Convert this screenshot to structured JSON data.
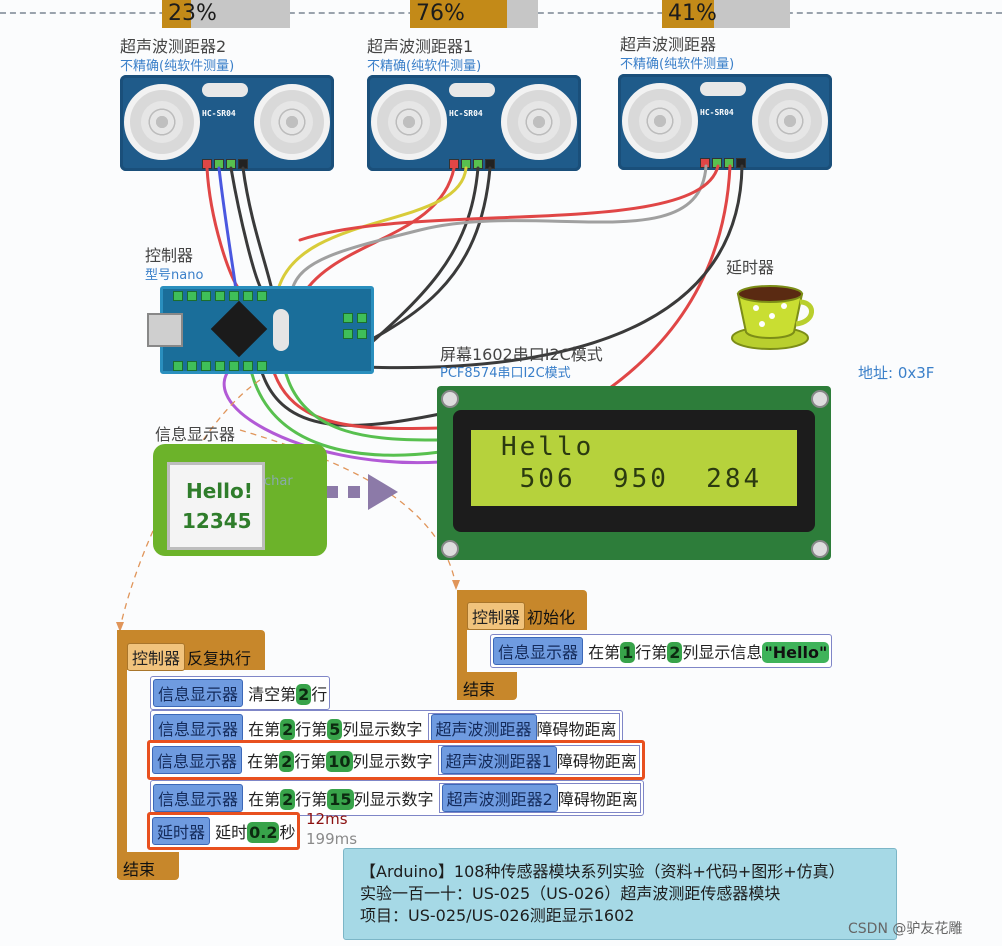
{
  "bars": [
    {
      "pct": "23%",
      "value": 0.23
    },
    {
      "pct": "76%",
      "value": 0.76
    },
    {
      "pct": "41%",
      "value": 0.41
    }
  ],
  "sensors": [
    {
      "title": "超声波测距器2",
      "sub": "不精确(纯软件测量)",
      "model": "HC-SR04"
    },
    {
      "title": "超声波测距器1",
      "sub": "不精确(纯软件测量)",
      "model": "HC-SR04"
    },
    {
      "title": "超声波测距器",
      "sub": "不精确(纯软件测量)",
      "model": "HC-SR04"
    }
  ],
  "controller": {
    "title": "控制器",
    "sub": "型号nano"
  },
  "delay_device": {
    "title": "延时器"
  },
  "lcd": {
    "title": "屏幕1602串口I2C模式",
    "sub": "PCF8574串口I2C模式",
    "address": "地址: 0x3F",
    "row1": "Hello",
    "row2": " 506  950  284"
  },
  "infodisp": {
    "title": "信息显示器",
    "line1": "Hello!",
    "line2": "12345",
    "char": "char"
  },
  "init_block": {
    "header_ctrl": "控制器",
    "header_text": "初始化",
    "stmt": {
      "device": "信息显示器",
      "t1": "在第",
      "n1": "1",
      "t2": "行第",
      "n2": "2",
      "t3": "列显示信息",
      "str": "\"Hello\""
    },
    "end": "结束"
  },
  "loop_block": {
    "header_ctrl": "控制器",
    "header_text": "反复执行",
    "s1": {
      "device": "信息显示器",
      "t1": "清空第",
      "n1": "2",
      "t2": "行"
    },
    "s2": {
      "device": "信息显示器",
      "t1": "在第",
      "n1": "2",
      "t2": "行第",
      "n2": "5",
      "t3": "列显示数字",
      "sensor": "超声波测距器",
      "prop": "障碍物距离"
    },
    "s3": {
      "device": "信息显示器",
      "t1": "在第",
      "n1": "2",
      "t2": "行第",
      "n2": "10",
      "t3": "列显示数字",
      "sensor": "超声波测距器1",
      "prop": "障碍物距离"
    },
    "s4": {
      "device": "信息显示器",
      "t1": "在第",
      "n1": "2",
      "t2": "行第",
      "n2": "15",
      "t3": "列显示数字",
      "sensor": "超声波测距器2",
      "prop": "障碍物距离"
    },
    "s5": {
      "device": "延时器",
      "t1": "延时",
      "n1": "0.2",
      "t2": "秒"
    },
    "timing1": "12ms",
    "timing2": "199ms",
    "end": "结束"
  },
  "footer": {
    "line1": "【Arduino】108种传感器模块系列实验（资料+代码+图形+仿真）",
    "line2": "实验一百一十：US-025（US-026）超声波测距传感器模块",
    "line3": "项目：US-025/US-026测距显示1602"
  },
  "watermark": "CSDN @驴友花雕",
  "colors": {
    "wire_red": "#e04646",
    "wire_black": "#3a3a3a",
    "wire_green": "#58c04f",
    "wire_purple": "#b25ad6",
    "wire_blue": "#4a58e0",
    "wire_yellow": "#d8cc3a",
    "wire_gray": "#a0a0a0"
  }
}
